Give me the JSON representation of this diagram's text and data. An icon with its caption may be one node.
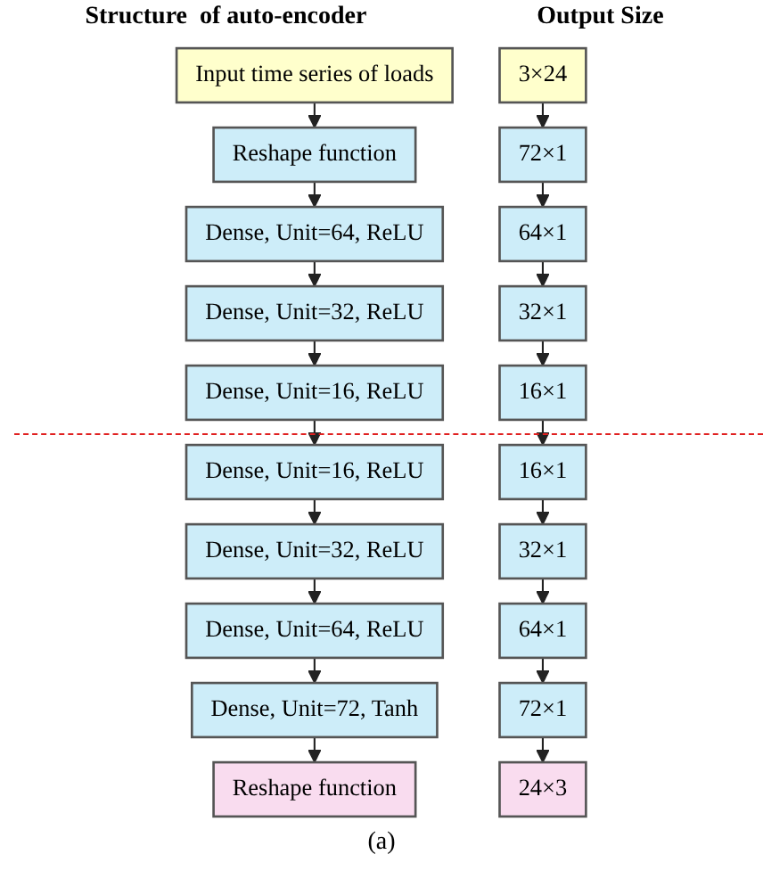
{
  "diagram": {
    "caption": "(a)",
    "nodes": [
      {
        "text": [
          "Input time series of loads"
        ]
      },
      {
        "text": [
          "Reshape function"
        ]
      },
      {
        "text": [
          "Dense, Unit=64, ReLU"
        ]
      },
      {
        "text": [
          "Dense, Unit=32, ReLU"
        ]
      },
      {
        "text": [
          "Dense, Unit=16, ReLU"
        ]
      },
      {
        "text": [
          "Dense, Unit=16, ReLU"
        ]
      },
      {
        "text": [
          "Dense, Unit=32, ReLU"
        ]
      },
      {
        "text": [
          "Dense, Unit=64, ReLU"
        ]
      },
      {
        "text": [
          "Dense, Unit=72, Tanh"
        ]
      },
      {
        "text": [
          "Reshape function"
        ]
      },
      {
        "text": [
          "3×24"
        ]
      },
      {
        "text": [
          "72×1"
        ]
      },
      {
        "text": [
          "64×1"
        ]
      },
      {
        "text": [
          "32×1"
        ]
      },
      {
        "text": [
          "16×1"
        ]
      },
      {
        "text": [
          "16×1"
        ]
      },
      {
        "text": [
          "32×1"
        ]
      },
      {
        "text": [
          "64×1"
        ]
      },
      {
        "text": [
          "72×1"
        ]
      },
      {
        "text": [
          "24×3"
        ]
      }
    ],
    "edges": [
      {
        "from": 0,
        "to": 1,
        "arrow": "to"
      },
      {
        "from": 1,
        "to": 2,
        "arrow": "to"
      },
      {
        "from": 2,
        "to": 3,
        "arrow": "to"
      },
      {
        "from": 3,
        "to": 4,
        "arrow": "to"
      },
      {
        "from": 4,
        "to": 5,
        "arrow": "to"
      },
      {
        "from": 5,
        "to": 6,
        "arrow": "to"
      },
      {
        "from": 6,
        "to": 7,
        "arrow": "to"
      },
      {
        "from": 7,
        "to": 8,
        "arrow": "to"
      },
      {
        "from": 8,
        "to": 9,
        "arrow": "to"
      },
      {
        "from": 10,
        "to": 11,
        "arrow": "to"
      },
      {
        "from": 11,
        "to": 12,
        "arrow": "to"
      },
      {
        "from": 12,
        "to": 13,
        "arrow": "to"
      },
      {
        "from": 13,
        "to": 14,
        "arrow": "to"
      },
      {
        "from": 14,
        "to": 15,
        "arrow": "to"
      },
      {
        "from": 15,
        "to": 16,
        "arrow": "to"
      },
      {
        "from": 16,
        "to": 17,
        "arrow": "to"
      },
      {
        "from": 17,
        "to": 18,
        "arrow": "to"
      },
      {
        "from": 18,
        "to": 19,
        "arrow": "to"
      }
    ],
    "labels": [
      "Structure  of auto-encoder",
      "Output Size"
    ]
  }
}
